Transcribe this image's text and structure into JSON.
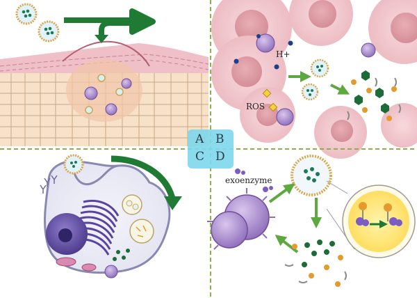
{
  "panels": {
    "A": "A",
    "B": "B",
    "C": "C",
    "D": "D"
  },
  "labels": {
    "proton": "H+",
    "ros": "ROS",
    "exoenzyme": "exoenzyme"
  },
  "colors": {
    "divider": "#8cb04a",
    "arrow_dark_green": "#1f7a34",
    "arrow_light_green": "#5ea840",
    "bacteria_purple": "#a98cc9",
    "host_cell_pink": "#f2c9cf",
    "nucleus_pink": "#e0a0a8",
    "skin_beige": "#f4dcc2",
    "panel_label_bg": "#7fd8ec",
    "golgi_purple": "#6a52a8",
    "enzyme_yellow_halo": "#ffe066"
  },
  "icons": [
    "nanoparticle-icon",
    "bacterium-icon",
    "host-cell-icon",
    "ros-icon",
    "proton-icon",
    "drug-molecule-icon",
    "enzyme-icon"
  ]
}
